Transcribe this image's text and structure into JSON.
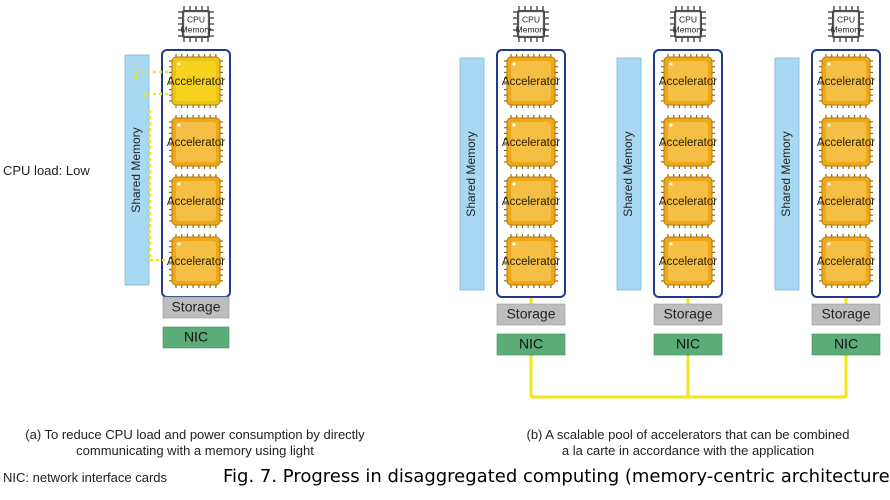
{
  "labels": {
    "chip": [
      "CPU",
      "Memory"
    ],
    "accelerator": "Accelerator",
    "shared_memory": "Shared Memory",
    "storage": "Storage",
    "nic": "NIC"
  },
  "panel_a": {
    "cpu_load": "CPU load: Low",
    "caption_line1": "(a) To reduce CPU load and power consumption by directly",
    "caption_line2": "communicating with a memory using light"
  },
  "panel_b": {
    "caption_line1": "(b) A scalable pool of accelerators that can be combined",
    "caption_line2": "a la carte in accordance with the application"
  },
  "legend_note": "NIC: network interface cards",
  "figure_caption": "Fig. 7. Progress in disaggregated computing (memory-centric architecture).",
  "colors": {
    "accelerator_fill": "#f0a818",
    "accelerator_inner": "#f5be45",
    "accelerator_highlight": "#f8d31e",
    "shared_memory_fill": "#a9d8f2",
    "storage_fill": "#bdbdbd",
    "nic_fill": "#5cac78",
    "optical_link": "#f3e41c",
    "frame": "#1f3a8a"
  }
}
